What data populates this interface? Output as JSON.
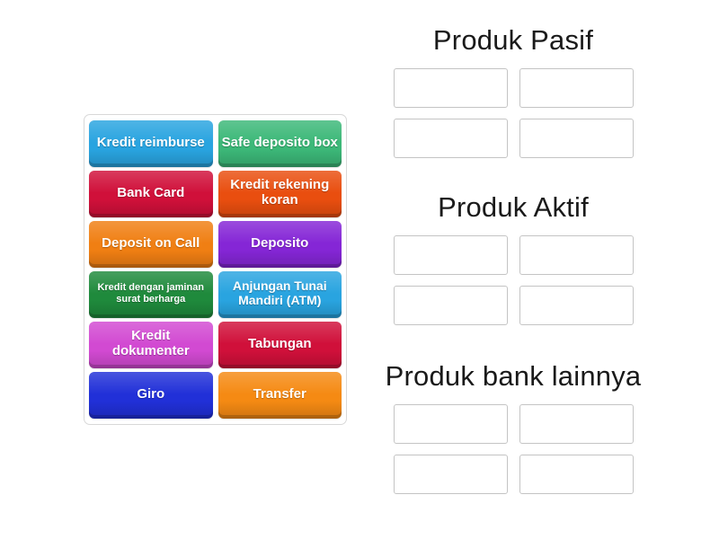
{
  "activity": {
    "type": "group-sort",
    "tile_panel": {
      "name": "draggable-tiles",
      "tiles": [
        {
          "label": "Kredit reimburse",
          "color": "#29a4e0",
          "size": "normal"
        },
        {
          "label": "Safe deposito box",
          "color": "#3cb878",
          "size": "normal"
        },
        {
          "label": "Bank Card",
          "color": "#d0103a",
          "size": "normal"
        },
        {
          "label": "Kredit rekening koran",
          "color": "#e94e0f",
          "size": "normal"
        },
        {
          "label": "Deposit on Call",
          "color": "#f07f13",
          "size": "normal"
        },
        {
          "label": "Deposito",
          "color": "#8526d6",
          "size": "normal"
        },
        {
          "label": "Kredit dengan jaminan surat berharga",
          "color": "#1f8a3c",
          "size": "small"
        },
        {
          "label": "Anjungan Tunai Mandiri (ATM)",
          "color": "#29a4e0",
          "size": "medium"
        },
        {
          "label": "Kredit dokumenter",
          "color": "#d24ad2",
          "size": "normal"
        },
        {
          "label": "Tabungan",
          "color": "#d0103a",
          "size": "normal"
        },
        {
          "label": "Giro",
          "color": "#2130d8",
          "size": "normal"
        },
        {
          "label": "Transfer",
          "color": "#f58a13",
          "size": "normal"
        }
      ]
    },
    "groups": [
      {
        "title": "Produk Pasif",
        "slots": [
          "",
          "",
          "",
          ""
        ]
      },
      {
        "title": "Produk Aktif",
        "slots": [
          "",
          "",
          "",
          ""
        ]
      },
      {
        "title": "Produk bank lainnya",
        "slots": [
          "",
          "",
          "",
          ""
        ]
      }
    ],
    "colors": {
      "page_background": "#ffffff",
      "panel_border": "#d8d8d8",
      "dropzone_border": "#c4c4c4",
      "heading_text": "#1a1a1a",
      "tile_text": "#ffffff"
    }
  }
}
